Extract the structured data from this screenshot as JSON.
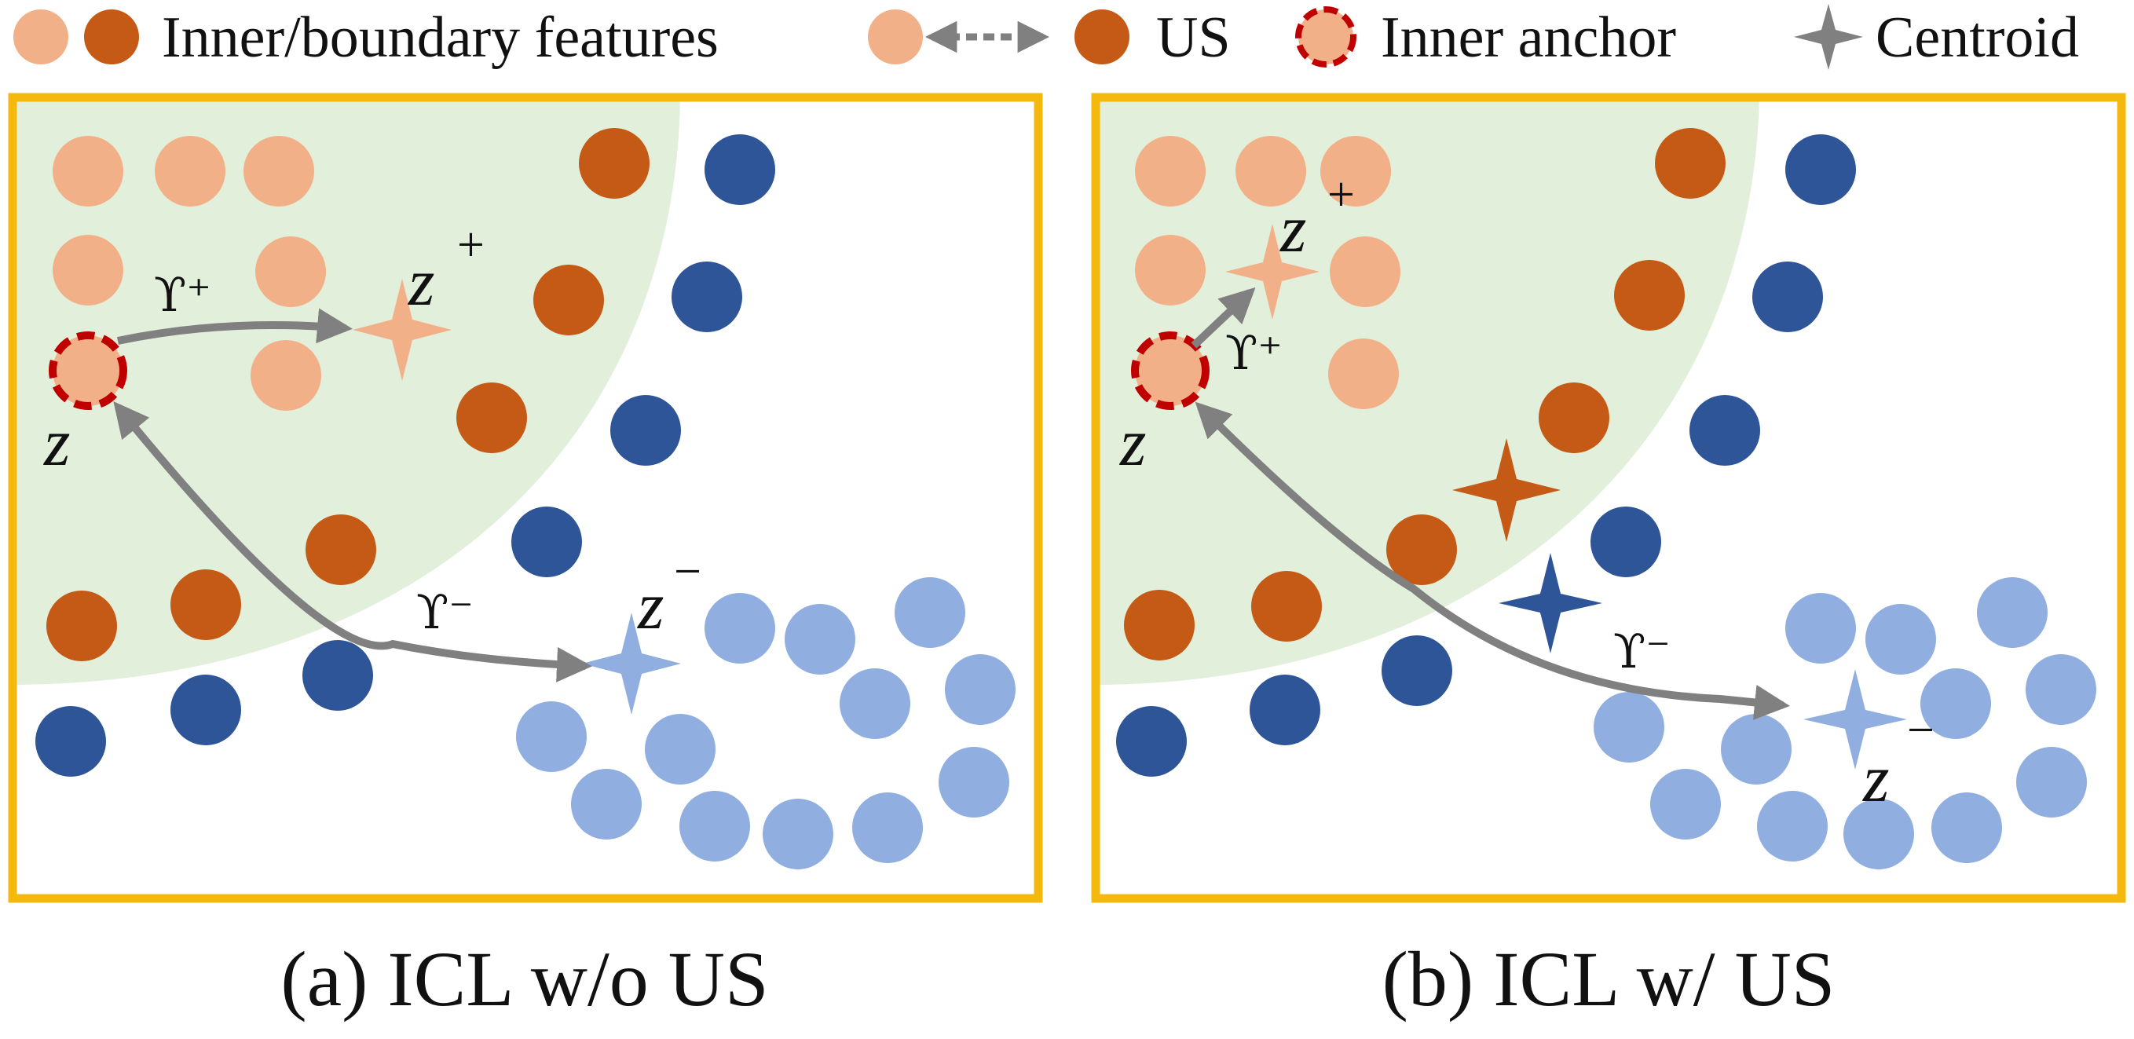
{
  "legend": {
    "features_label": "Inner/boundary features",
    "us_label": "US",
    "anchor_label": "Inner anchor",
    "centroid_label": "Centroid"
  },
  "panels": {
    "a": {
      "caption": "(a) ICL w/o US",
      "anchor_label": "z",
      "pos_label": "z",
      "pos_sup": "+",
      "neg_label": "z",
      "neg_sup": "−",
      "gamma_pos": "ϒ⁺",
      "gamma_neg": "ϒ⁻"
    },
    "b": {
      "caption": "(b) ICL w/ US",
      "anchor_label": "z",
      "pos_label": "z",
      "pos_sup": "+",
      "neg_label": "z",
      "neg_sup": "−",
      "gamma_pos": "ϒ⁺",
      "gamma_neg": "ϒ⁻"
    }
  },
  "colors": {
    "inner_feature": "#f2b088",
    "boundary_feature": "#c45a15",
    "us_dark": "#2e5597",
    "negative_light": "#90aedf",
    "anchor_ring": "#c00000",
    "panel_border": "#f5b90e",
    "inner_region": "#e2efda",
    "arrow": "#808080"
  }
}
